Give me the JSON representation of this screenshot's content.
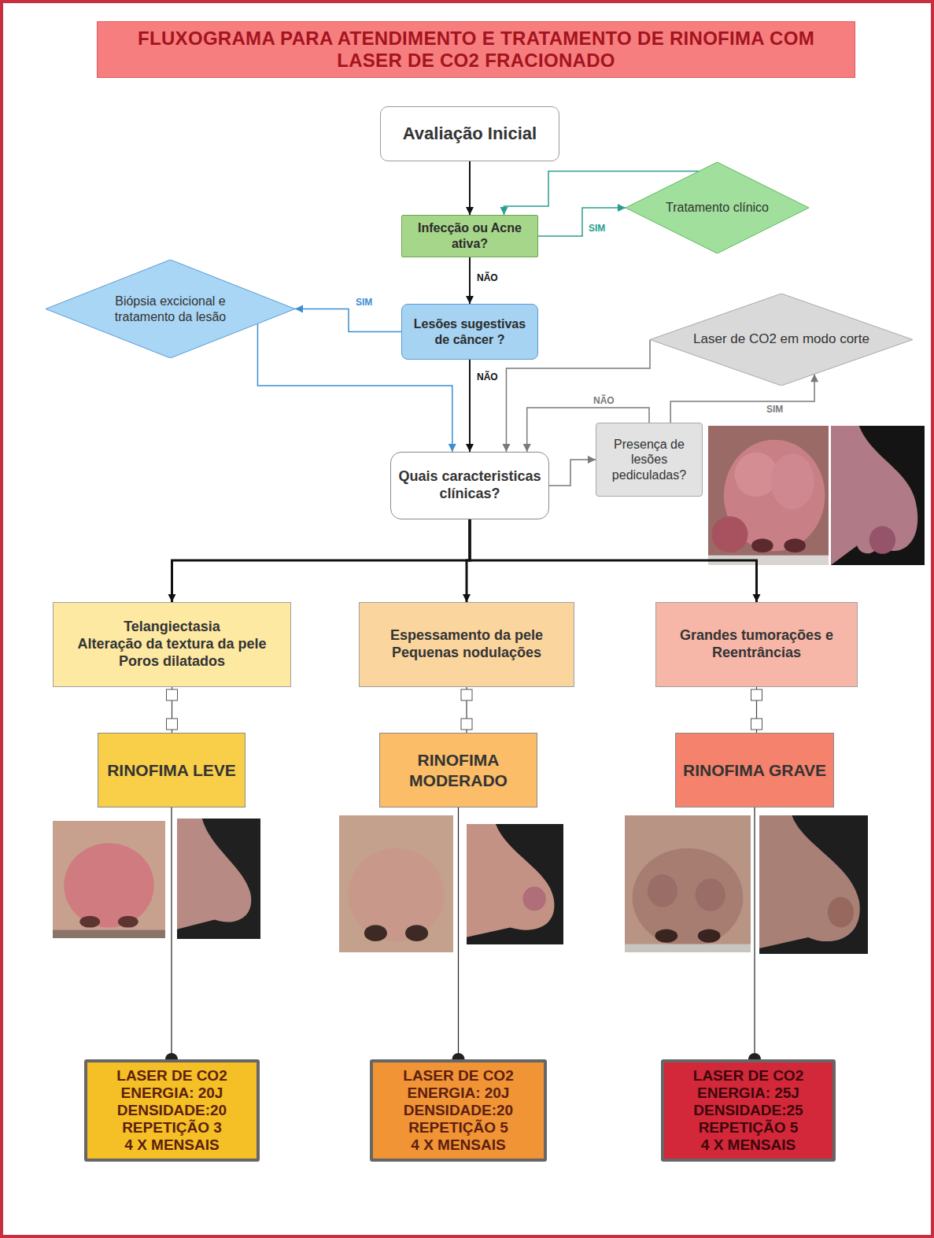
{
  "diagram": {
    "title": "FLUXOGRAMA PARA ATENDIMENTO E TRATAMENTO DE RINOFIMA COM LASER DE CO2 FRACIONADO",
    "nodes": [
      {
        "text": [
          "Avaliação Inicial"
        ]
      },
      {
        "text": [
          "Infecção ou Acne ativa?"
        ]
      },
      {
        "text": [
          "Tratamento clínico"
        ]
      },
      {
        "text": [
          "Lesões sugestivas de câncer ?"
        ]
      },
      {
        "text": [
          "Biópsia excicional e tratamento da lesão"
        ]
      },
      {
        "text": [
          "Laser de CO2 em modo corte"
        ]
      },
      {
        "text": [
          "Quais caracteristicas clínicas?"
        ]
      },
      {
        "text": [
          "Presença de lesões pediculadas?"
        ]
      },
      {
        "text": [
          "Telangiectasia",
          "Alteração da textura da pele",
          "Poros dilatados"
        ]
      },
      {
        "text": [
          "Espessamento da pele",
          "Pequenas nodulações"
        ]
      },
      {
        "text": [
          "Grandes tumorações e Reentrâncias"
        ]
      },
      {
        "text": [
          "RINOFIMA LEVE"
        ]
      },
      {
        "text": [
          "RINOFIMA MODERADO"
        ]
      },
      {
        "text": [
          "RINOFIMA GRAVE"
        ]
      },
      {
        "text": [
          "LASER DE CO2",
          "ENERGIA: 20J",
          "DENSIDADE:20",
          "REPETIÇÃO 3",
          "4 X MENSAIS"
        ]
      },
      {
        "text": [
          "LASER DE CO2",
          "ENERGIA: 20J",
          "DENSIDADE:20",
          "REPETIÇÃO 5",
          "4 X MENSAIS"
        ]
      },
      {
        "text": [
          "LASER DE CO2",
          "ENERGIA: 25J",
          "DENSIDADE:25",
          "REPETIÇÃO 5",
          "4 X MENSAIS"
        ]
      }
    ],
    "edges": [
      {
        "from": 0,
        "to": 1,
        "arrow": "to"
      },
      {
        "from": 1,
        "to": 2,
        "label": "SIM",
        "arrow": "to"
      },
      {
        "from": 2,
        "to": 1,
        "arrow": "to"
      },
      {
        "from": 1,
        "to": 3,
        "label": "NÃO",
        "arrow": "to"
      },
      {
        "from": 3,
        "to": 4,
        "label": "SIM",
        "arrow": "to"
      },
      {
        "from": 4,
        "to": 6,
        "arrow": "to"
      },
      {
        "from": 3,
        "to": 6,
        "label": "NÃO",
        "arrow": "to"
      },
      {
        "from": 6,
        "to": 7,
        "arrow": "to"
      },
      {
        "from": 7,
        "to": 5,
        "label": "SIM",
        "arrow": "to"
      },
      {
        "from": 7,
        "to": 6,
        "label": "NÃO",
        "arrow": "to"
      },
      {
        "from": 5,
        "to": 6,
        "arrow": "to"
      },
      {
        "from": 6,
        "to": 8,
        "arrow": "to"
      },
      {
        "from": 6,
        "to": 9,
        "arrow": "to"
      },
      {
        "from": 6,
        "to": 10,
        "arrow": "to"
      },
      {
        "from": 8,
        "to": 11,
        "arrow": "none"
      },
      {
        "from": 9,
        "to": 12,
        "arrow": "none"
      },
      {
        "from": 10,
        "to": 13,
        "arrow": "none"
      },
      {
        "from": 11,
        "to": 14,
        "arrow": "to"
      },
      {
        "from": 12,
        "to": 15,
        "arrow": "to"
      },
      {
        "from": 13,
        "to": 16,
        "arrow": "to"
      }
    ]
  }
}
